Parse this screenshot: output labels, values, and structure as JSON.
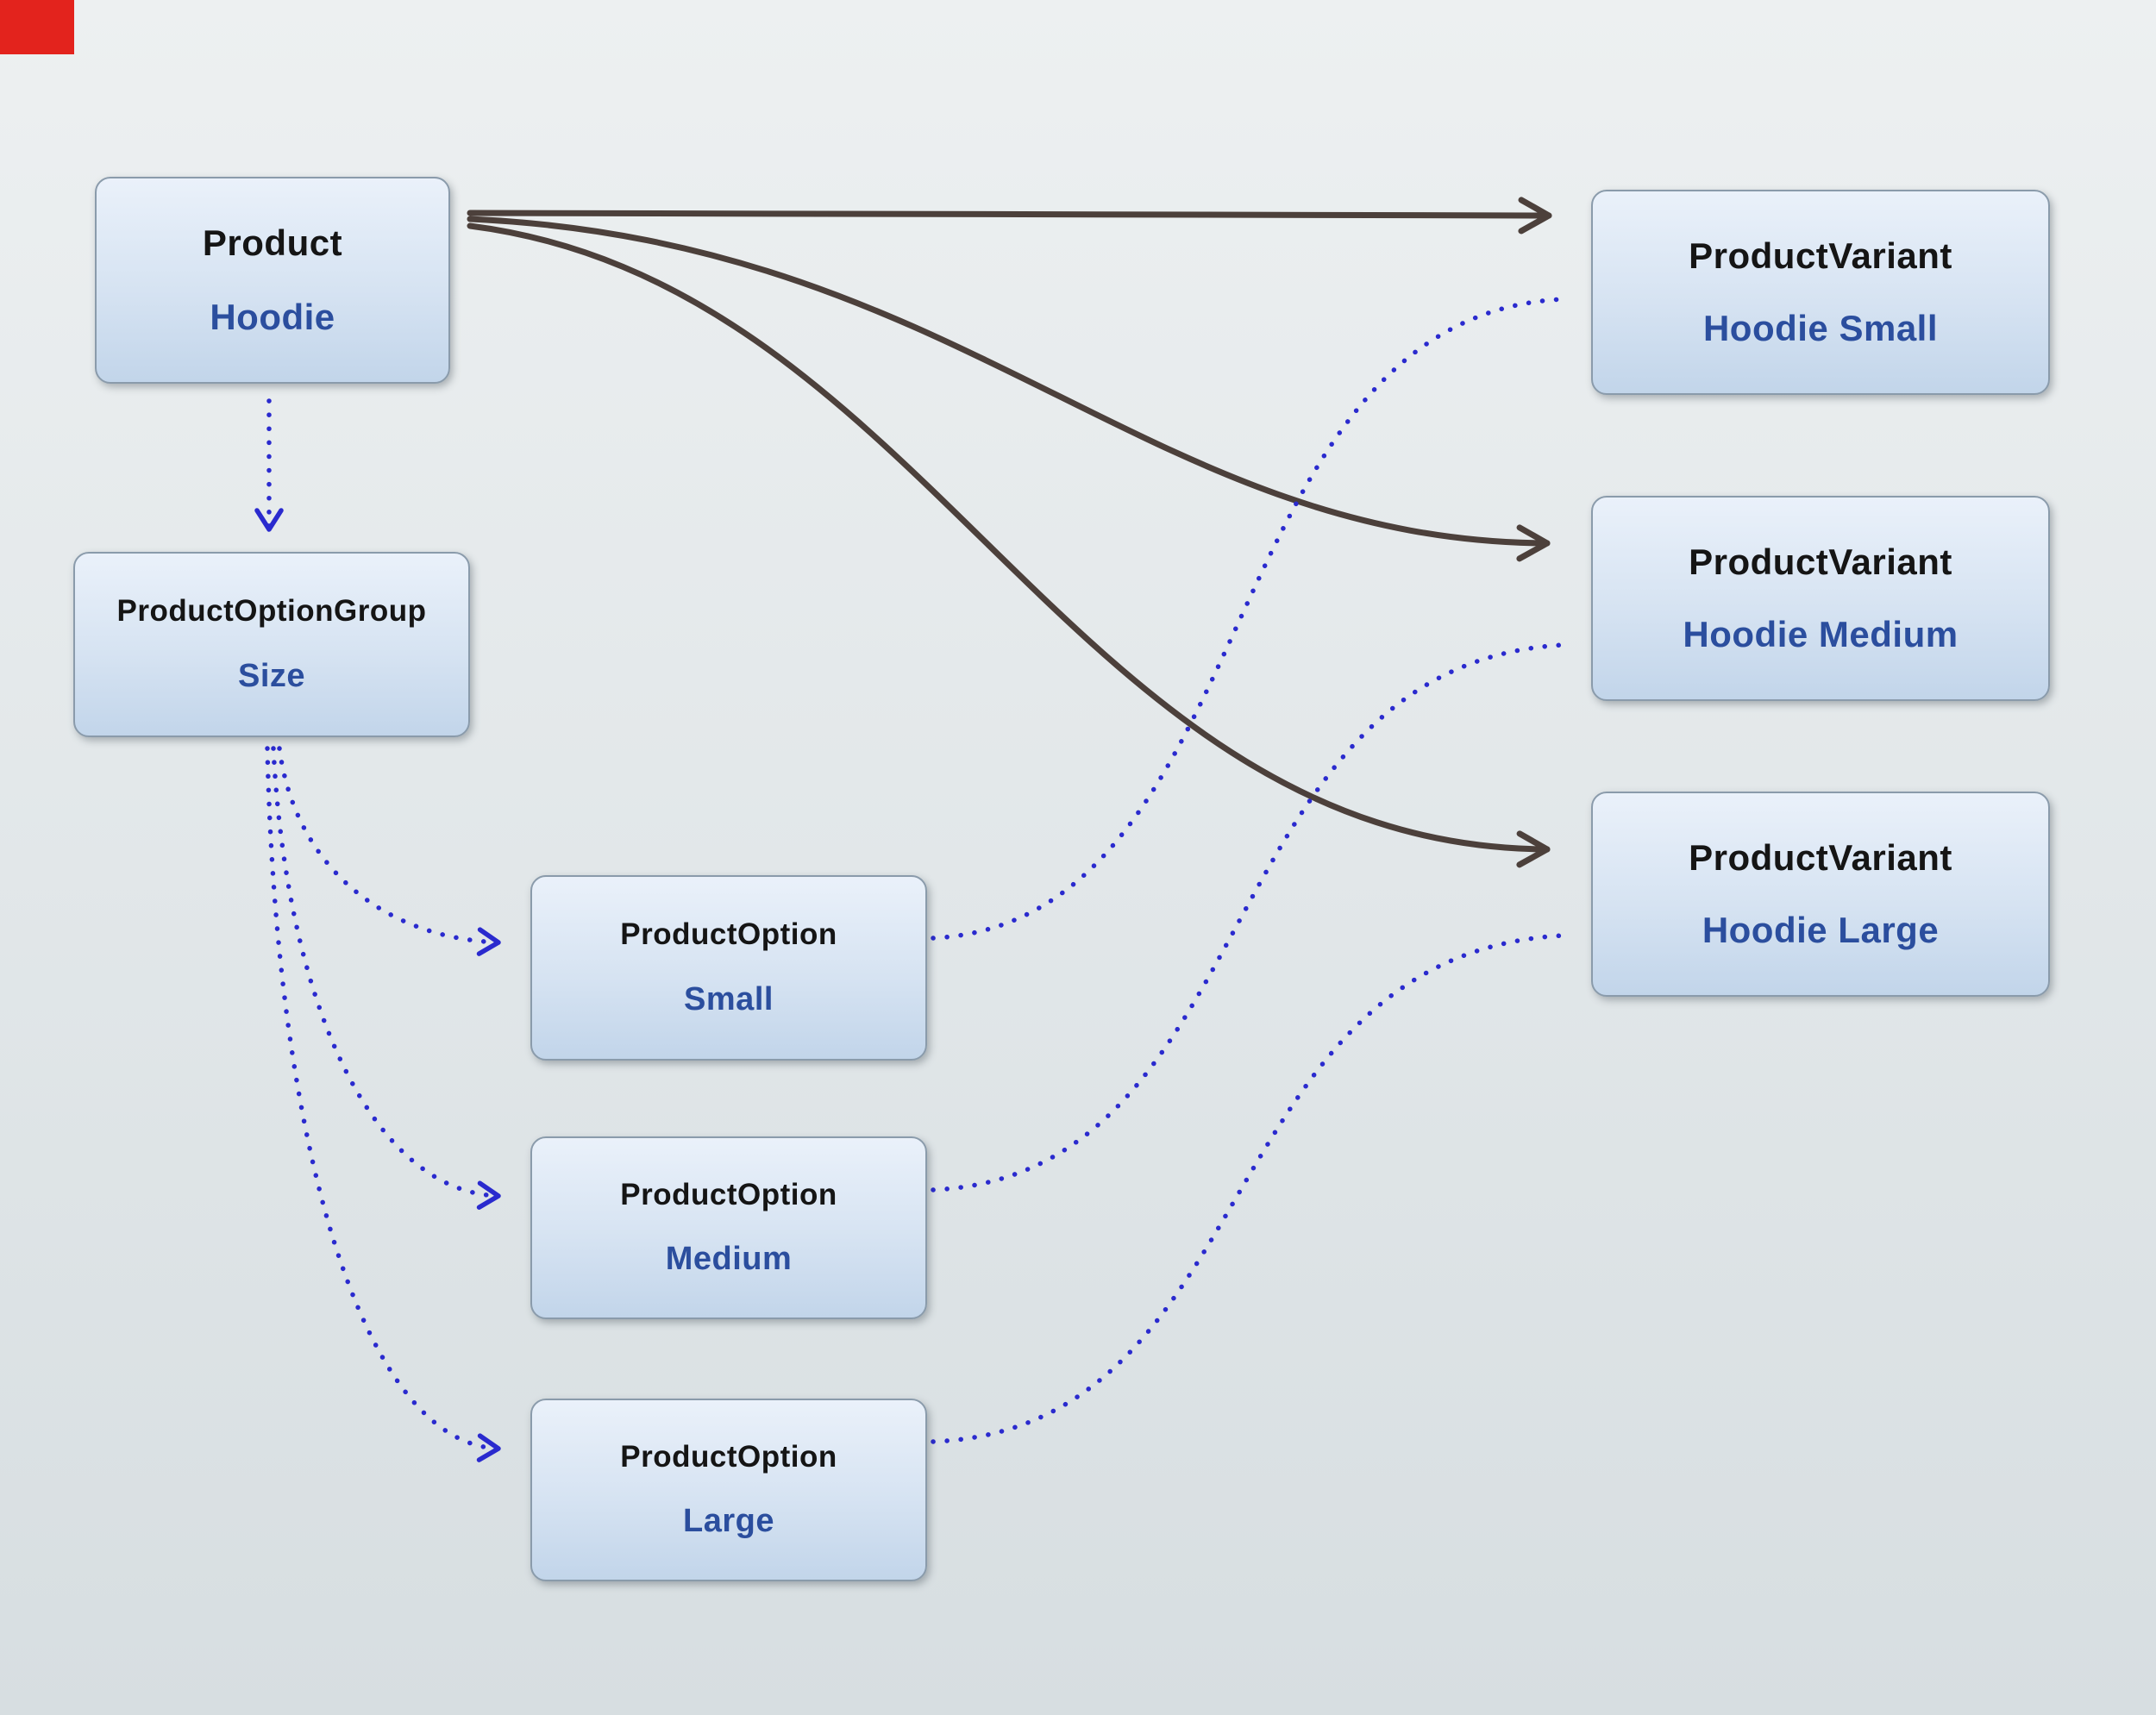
{
  "diagram": {
    "nodes": {
      "product": {
        "title": "Product",
        "subtitle": "Hoodie"
      },
      "option_group": {
        "title": "ProductOptionGroup",
        "subtitle": "Size"
      },
      "option_small": {
        "title": "ProductOption",
        "subtitle": "Small"
      },
      "option_medium": {
        "title": "ProductOption",
        "subtitle": "Medium"
      },
      "option_large": {
        "title": "ProductOption",
        "subtitle": "Large"
      },
      "variant_small": {
        "title": "ProductVariant",
        "subtitle": "Hoodie Small"
      },
      "variant_medium": {
        "title": "ProductVariant",
        "subtitle": "Hoodie Medium"
      },
      "variant_large": {
        "title": "ProductVariant",
        "subtitle": "Hoodie Large"
      }
    },
    "edges": [
      {
        "from": "product",
        "to": "variant_small",
        "style": "solid"
      },
      {
        "from": "product",
        "to": "variant_medium",
        "style": "solid"
      },
      {
        "from": "product",
        "to": "variant_large",
        "style": "solid"
      },
      {
        "from": "product",
        "to": "option_group",
        "style": "dotted"
      },
      {
        "from": "option_group",
        "to": "option_small",
        "style": "dotted"
      },
      {
        "from": "option_group",
        "to": "option_medium",
        "style": "dotted"
      },
      {
        "from": "option_group",
        "to": "option_large",
        "style": "dotted"
      },
      {
        "from": "option_small",
        "to": "variant_small",
        "style": "dotted"
      },
      {
        "from": "option_medium",
        "to": "variant_medium",
        "style": "dotted"
      },
      {
        "from": "option_large",
        "to": "variant_large",
        "style": "dotted"
      }
    ],
    "colors": {
      "solid_edge": "#4c403b",
      "dotted_edge": "#2a2ace",
      "node_fill_top": "#eaf1fa",
      "node_fill_bottom": "#c2d5ea",
      "node_border": "#8a9bab",
      "title_text": "#151515",
      "subtitle_text": "#2b4e9e",
      "background_top": "#edf0f1",
      "background_bottom": "#d7dee1",
      "corner_marker": "#e3231d"
    }
  }
}
